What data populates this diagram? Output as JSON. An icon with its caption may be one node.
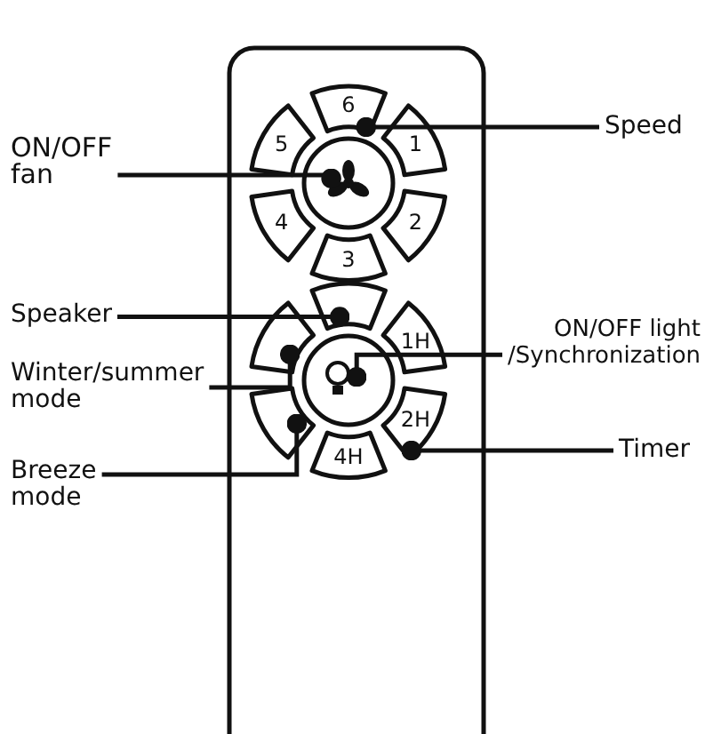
{
  "diagram": {
    "nodes": [
      {
        "text": [
          "ON/OFF fan"
        ]
      },
      {
        "text": [
          "Speed"
        ]
      },
      {
        "text": [
          "Speaker"
        ]
      },
      {
        "text": [
          "Winter/summer mode"
        ]
      },
      {
        "text": [
          "Breeze mode"
        ]
      },
      {
        "text": [
          "ON/OFF light /Synchronization"
        ]
      },
      {
        "text": [
          "Timer"
        ]
      },
      {
        "text": [
          "6"
        ]
      },
      {
        "text": [
          "5"
        ]
      },
      {
        "text": [
          "1"
        ]
      },
      {
        "text": [
          "4"
        ]
      },
      {
        "text": [
          "2"
        ]
      },
      {
        "text": [
          "3"
        ]
      },
      {
        "text": [],
        "shape": "circle"
      },
      {
        "text": [],
        "shape": "button"
      },
      {
        "text": [],
        "shape": "button"
      },
      {
        "text": [
          "1H"
        ]
      },
      {
        "text": [],
        "shape": "circle"
      },
      {
        "text": [],
        "shape": "button"
      },
      {
        "text": [
          "2H"
        ]
      },
      {
        "text": [
          "4H"
        ]
      }
    ],
    "edges": [
      {
        "from": 0,
        "to": 13,
        "arrow": "other"
      },
      {
        "from": 1,
        "to": 7,
        "arrow": "other"
      },
      {
        "from": 2,
        "to": 14,
        "arrow": "other"
      },
      {
        "from": 3,
        "to": 15,
        "arrow": "other"
      },
      {
        "from": 4,
        "to": 18,
        "arrow": "other"
      },
      {
        "from": 5,
        "to": 17,
        "arrow": "other"
      },
      {
        "from": 6,
        "to": 19,
        "arrow": "other"
      }
    ]
  }
}
